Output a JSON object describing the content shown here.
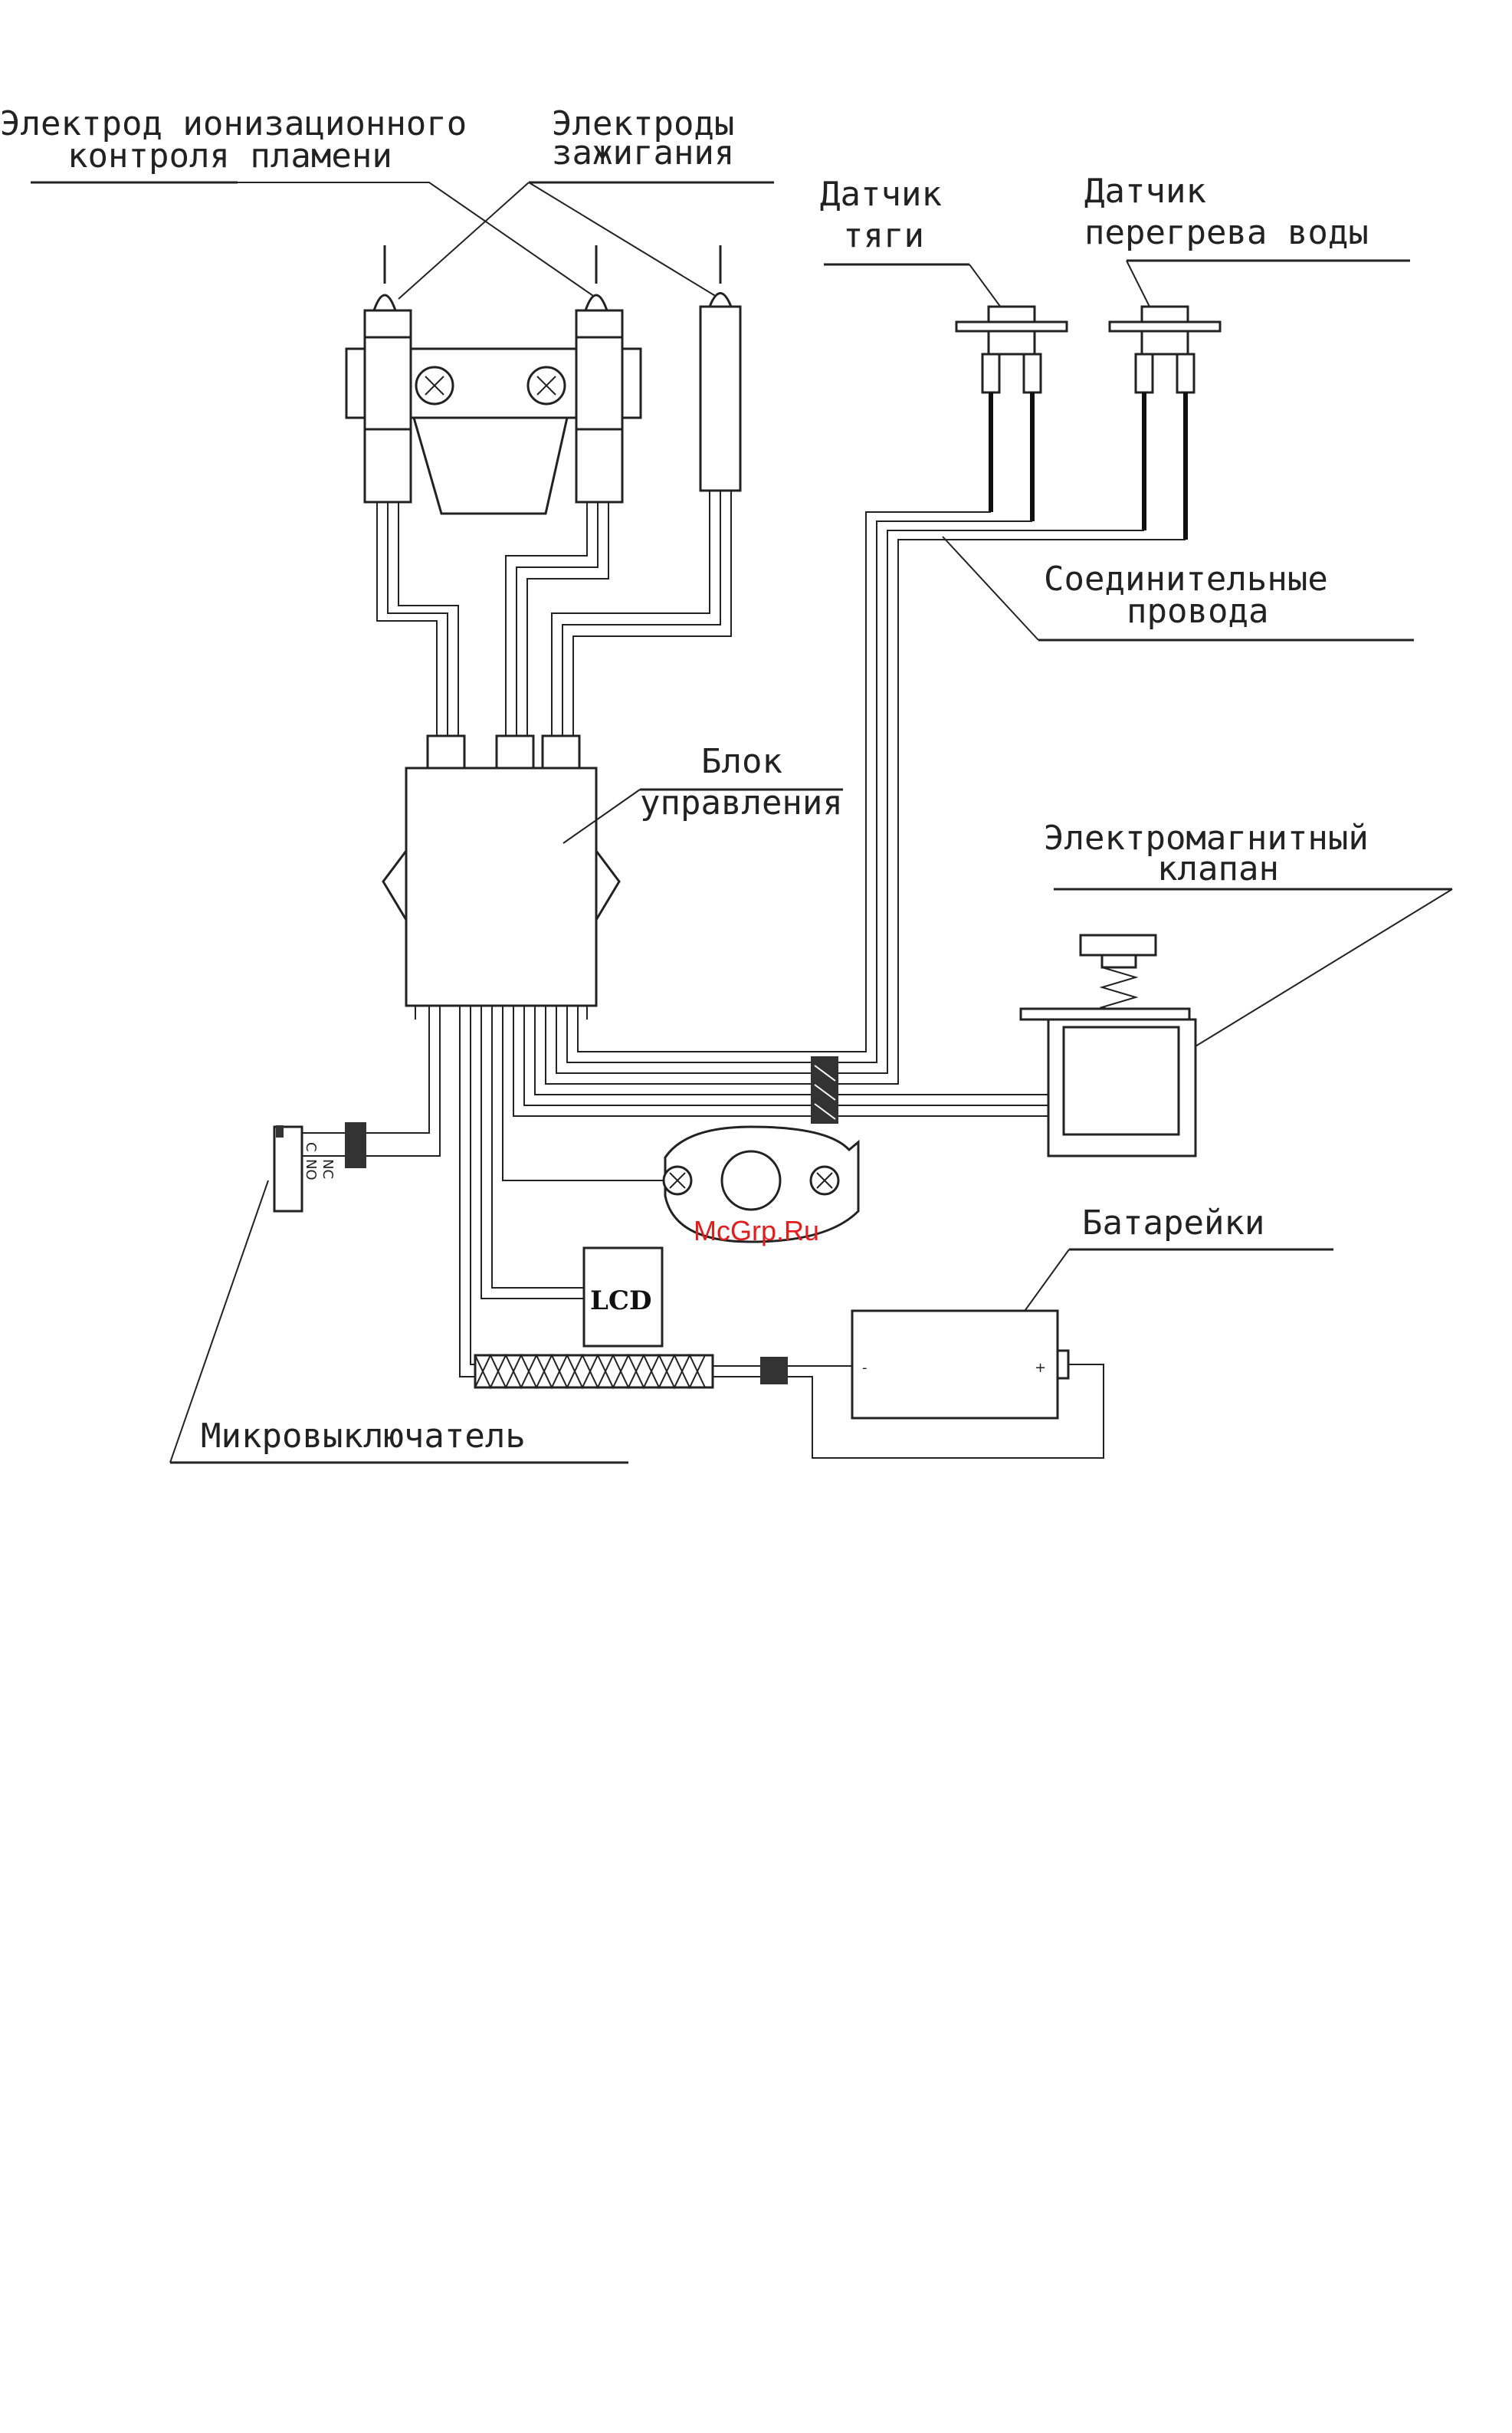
{
  "labels": {
    "ionization_line1": "Электрод ионизационного",
    "ionization_line2": "контроля пламени",
    "ignition_line1": "Электроды",
    "ignition_line2": "зажигания",
    "draft_line1": "Датчик",
    "draft_line2": "тяги",
    "overheat_line1": "Датчик",
    "overheat_line2": "перегрева воды",
    "wires_line1": "Соединительные",
    "wires_line2": "провода",
    "control_line1": "Блок",
    "control_line2": "управления",
    "valve_line1": "Электромагнитный",
    "valve_line2": "клапан",
    "batteries": "Батарейки",
    "microswitch": "Микровыключатель",
    "lcd": "LCD",
    "watermark": "McGrp.Ru",
    "switch_c": "C",
    "switch_no": "NO",
    "switch_nc": "NC",
    "battery_minus": "-",
    "battery_plus": "+"
  },
  "colors": {
    "line": "#222222",
    "watermark": "#e01e1e",
    "background": "#ffffff"
  }
}
